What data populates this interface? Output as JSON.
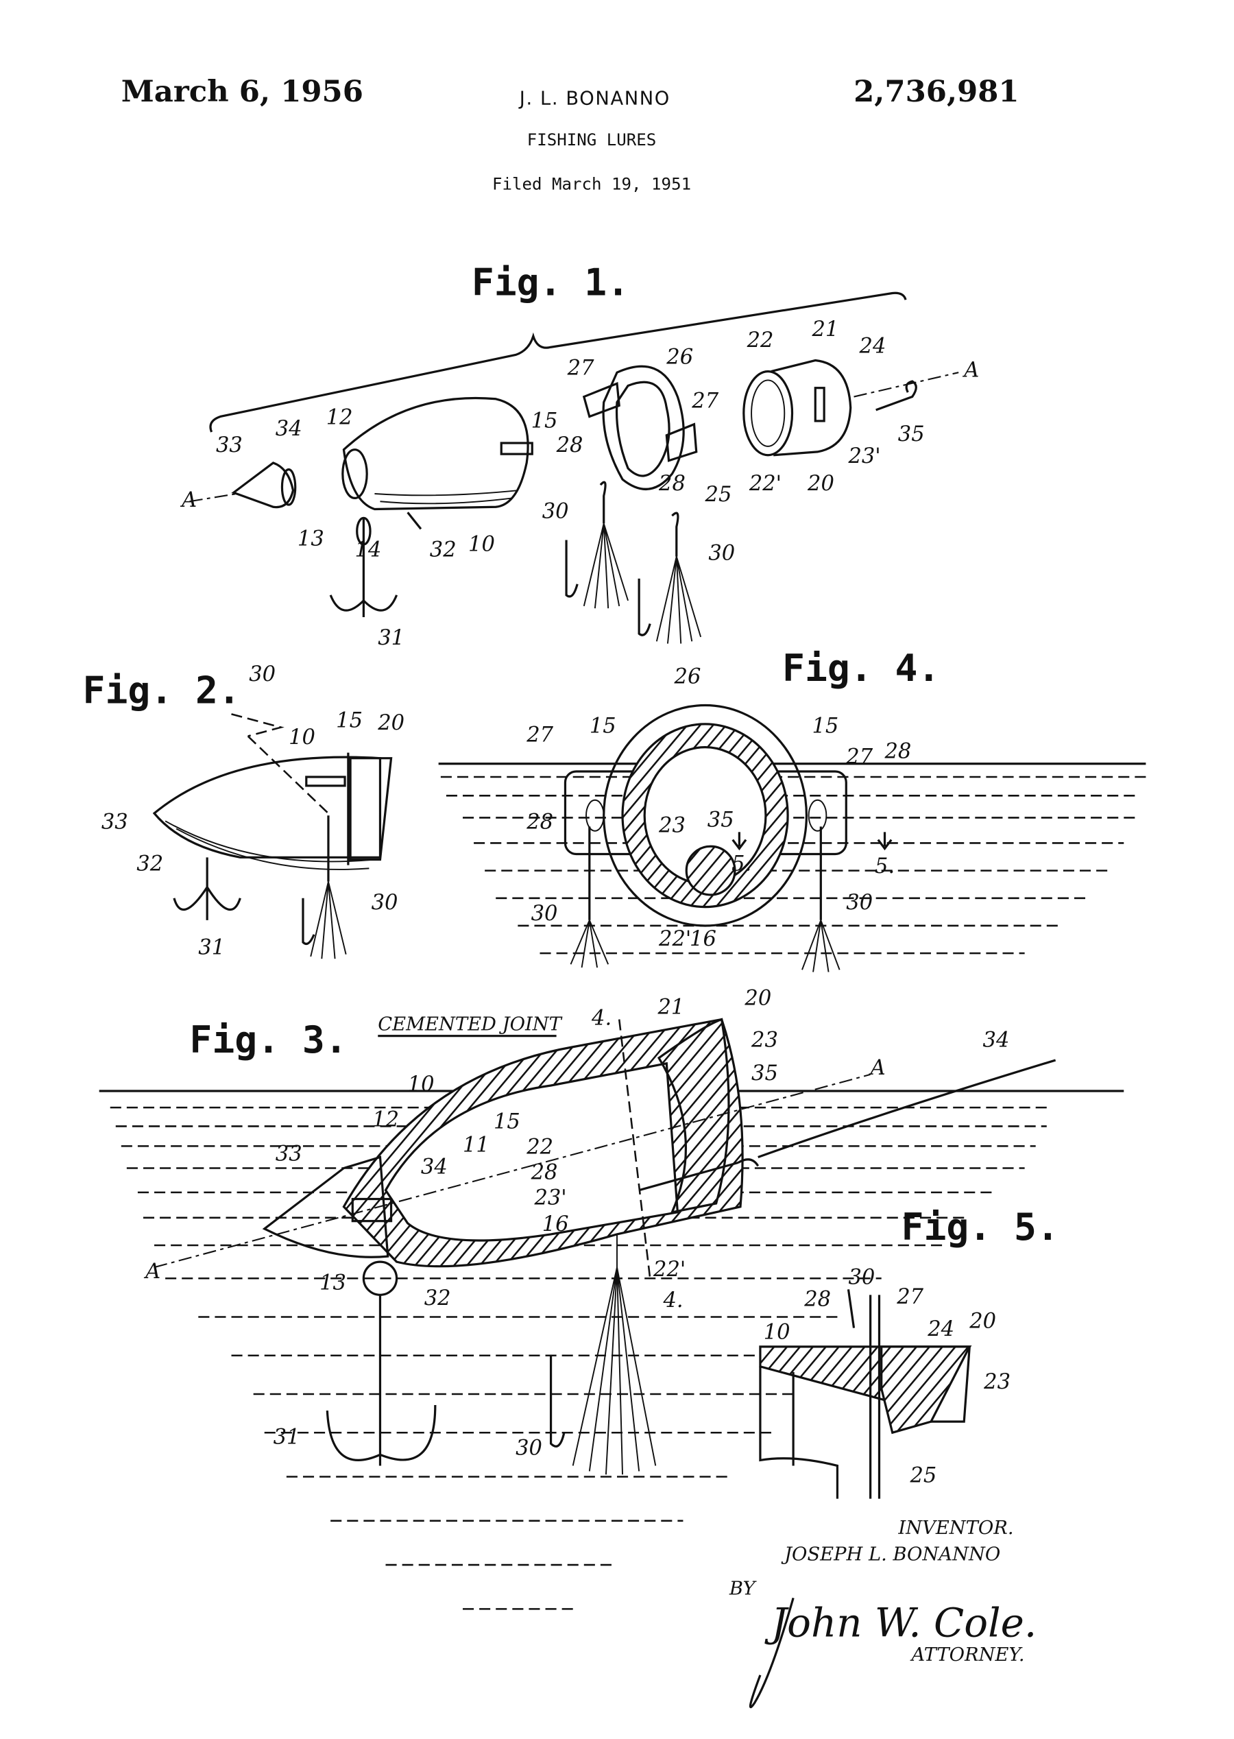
{
  "header": {
    "date": "March 6, 1956",
    "inventor_short": "J. L. BONANNO",
    "title": "FISHING LURES",
    "filed": "Filed March 19, 1951",
    "patent_number": "2,736,981"
  },
  "figures": {
    "fig1": {
      "title": "Fig. 1.",
      "labels": [
        "33",
        "34",
        "A",
        "12",
        "13",
        "14",
        "32",
        "10",
        "15",
        "27",
        "26",
        "27",
        "28",
        "28",
        "25",
        "22",
        "21",
        "24",
        "A",
        "23'",
        "35",
        "22'",
        "20",
        "30",
        "30",
        "31"
      ]
    },
    "fig2": {
      "title": "Fig. 2.",
      "labels": [
        "30",
        "10",
        "15",
        "20",
        "33",
        "32",
        "31",
        "30"
      ]
    },
    "fig4": {
      "title": "Fig. 4.",
      "labels": [
        "26",
        "27",
        "15",
        "15",
        "27",
        "28",
        "23",
        "35",
        "5.",
        "5.",
        "28",
        "30",
        "30",
        "22'",
        "16"
      ]
    },
    "fig3": {
      "title": "Fig. 3.",
      "caption": "CEMENTED JOINT",
      "labels": [
        "4.",
        "21",
        "20",
        "23",
        "34",
        "35",
        "A",
        "10",
        "12",
        "33",
        "34",
        "11",
        "15",
        "22",
        "28",
        "23'",
        "16",
        "A",
        "13",
        "32",
        "22'",
        "4.",
        "31",
        "30"
      ]
    },
    "fig5": {
      "title": "Fig. 5.",
      "labels": [
        "28",
        "30",
        "27",
        "24",
        "20",
        "10",
        "23",
        "25"
      ]
    }
  },
  "signature_block": {
    "inventor_caption": "INVENTOR.",
    "inventor_name": "JOSEPH L. BONANNO",
    "by": "BY",
    "attorney_signature": "John W. Cole.",
    "attorney_caption": "ATTORNEY."
  }
}
